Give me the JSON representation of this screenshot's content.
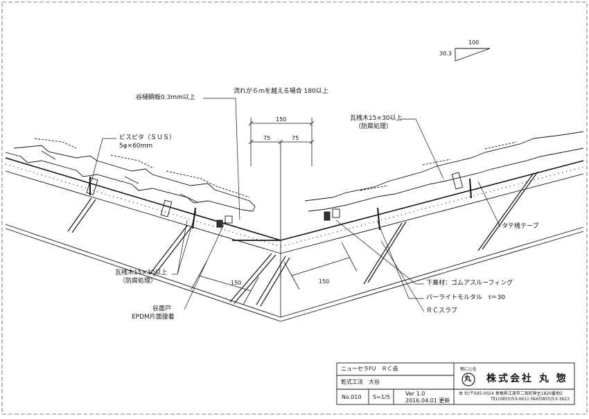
{
  "slope": {
    "run": "100",
    "rise": "30.3"
  },
  "notes": {
    "flow": "流れが６ｍを越える場合 180以上",
    "gutter": "谷樋鋼板0.3mm以上",
    "screw_1": "ビスピタ（ＳＵＳ）",
    "screw_2": "5φ×60mm",
    "batten_right_1": "瓦桟木15×30以上",
    "batten_right_2": "（防腐処理）",
    "batten_left_1": "瓦桟木15×30以上",
    "batten_left_2": "（防腐処理）",
    "vertical_tape": "タテ桟テープ",
    "underlay": "下葺材：ゴムアスルーフィング",
    "mortar": "パーライトモルタル　t＝30",
    "slab": "ＲＣスラブ",
    "valley_face_1": "谷面戸",
    "valley_face_2": "EPDM片面接着"
  },
  "dimensions": {
    "top_total": "150",
    "top_left_half": "75",
    "top_right_half": "75",
    "bottom_left": "150",
    "bottom_right": "150"
  },
  "title_block": {
    "product": "ニューセラFU　ＲＣ造",
    "method": "乾式工法　大谷",
    "number": "No.010",
    "scale": "S=1/5",
    "version": "Ver 1.0",
    "date": "2016.04.01 更新",
    "motto": "物に心を",
    "logo_glyph": "丸",
    "company": "株式会社 丸 惣",
    "address": "本 社/〒695-0024 島根県江津市二宮町神主1820番地5",
    "phone": "TEL(0855)53-0611 FAX(0855)53-3623"
  }
}
